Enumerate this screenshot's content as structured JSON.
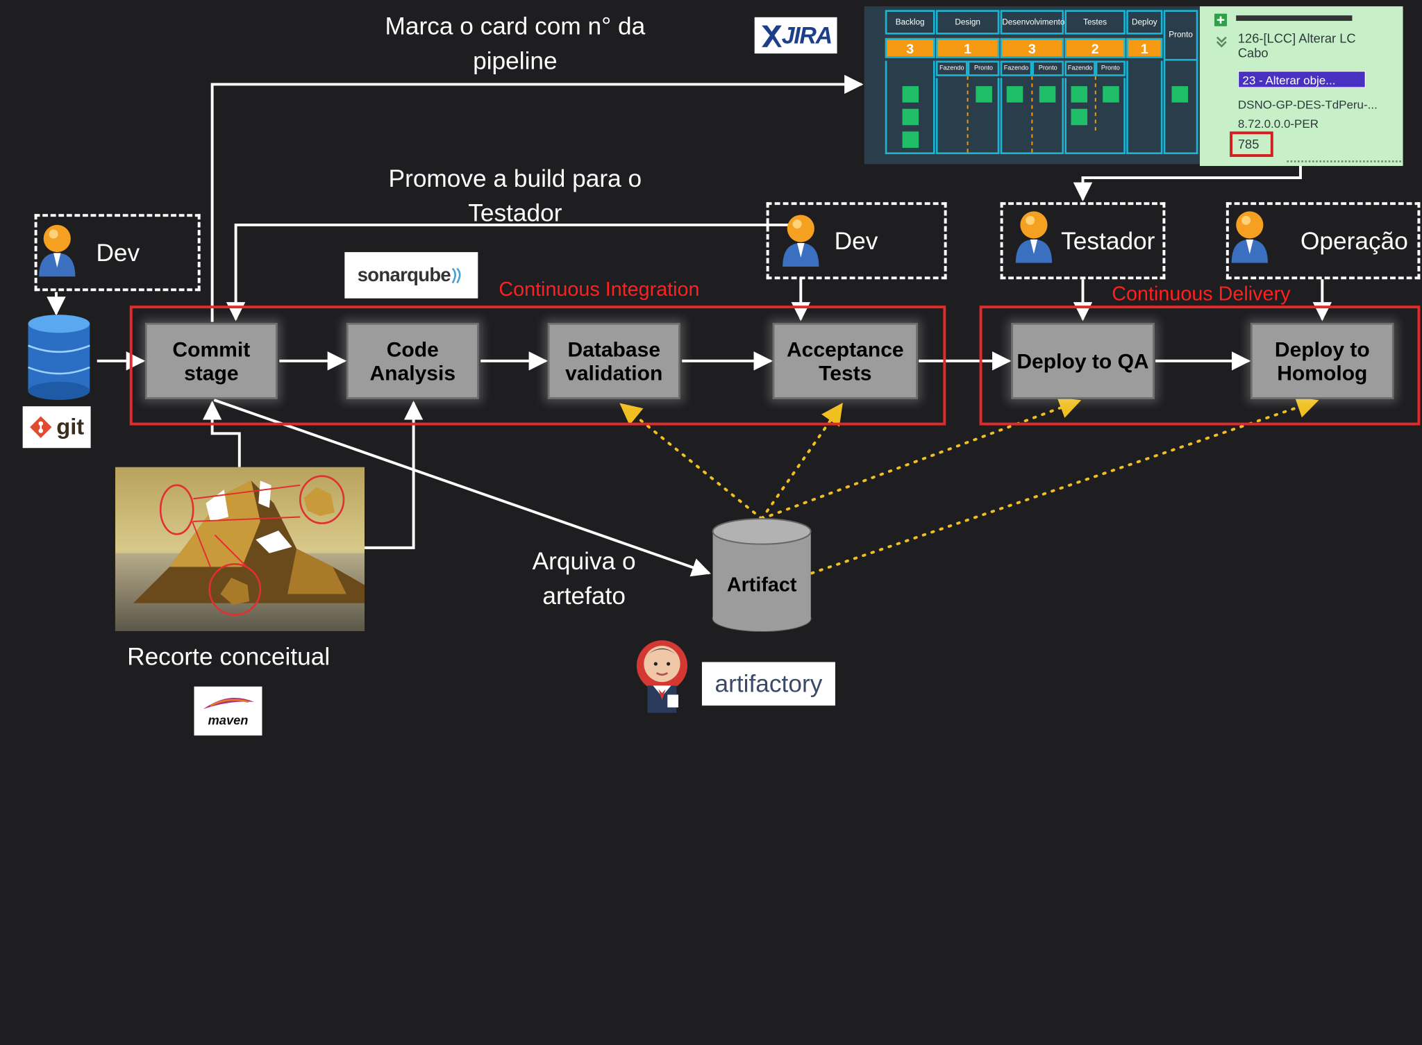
{
  "captions": {
    "jira_mark": "Marca o card com n° da pipeline",
    "promote": "Promove a build para o Testador",
    "archive": "Arquiva o artefato",
    "concept": "Recorte conceitual"
  },
  "groups": {
    "ci": "Continuous Integration",
    "cd": "Continuous Delivery"
  },
  "stages": {
    "commit": "Commit stage",
    "code_analysis": "Code Analysis",
    "db_validation": "Database validation",
    "acceptance": "Acceptance Tests",
    "deploy_qa": "Deploy to QA",
    "deploy_homolog": "Deploy to Homolog"
  },
  "roles": {
    "dev_left": "Dev",
    "dev_right": "Dev",
    "tester": "Testador",
    "ops": "Operação"
  },
  "artifact": "Artifact",
  "logos": {
    "jira": "JIRA",
    "sonarqube": "sonarqube",
    "git": "git",
    "maven": "maven",
    "artifactory": "artifactory"
  },
  "kanban": {
    "columns": [
      "Backlog",
      "Design",
      "Desenvolvimento",
      "Testes",
      "Deploy",
      "Pronto"
    ],
    "counts": [
      "3",
      "1",
      "3",
      "2",
      "1"
    ],
    "sub": [
      "Fazendo",
      "Pronto",
      "Fazendo",
      "Pronto",
      "Fazendo",
      "Pronto"
    ]
  },
  "card": {
    "title": "126-[LCC] Alterar LC Cabo",
    "epic": "23 - Alterar obje...",
    "component": "DSNO-GP-DES-TdPeru-...",
    "version": "8.72.0.0.0-PER",
    "build": "785"
  },
  "colors": {
    "background": "#1e1e20",
    "stage_fill": "#9c9c9c",
    "group_border": "#e22a2a",
    "dotted_line": "#f0c020",
    "kanban_border": "#1ab6d6",
    "kanban_count": "#f59a12"
  }
}
